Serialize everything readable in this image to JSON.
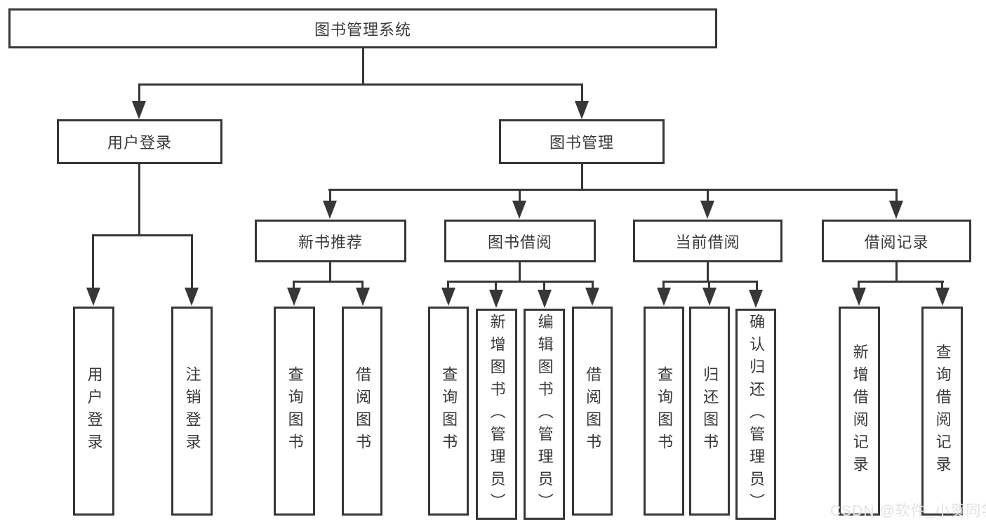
{
  "tree": {
    "root": {
      "label": "图书管理系统",
      "children": [
        {
          "label": "用户登录",
          "children": [
            {
              "label": "用户登录"
            },
            {
              "label": "注销登录"
            }
          ]
        },
        {
          "label": "图书管理",
          "children": [
            {
              "label": "新书推荐",
              "children": [
                {
                  "label": "查询图书"
                },
                {
                  "label": "借阅图书"
                }
              ]
            },
            {
              "label": "图书借阅",
              "children": [
                {
                  "label": "查询图书"
                },
                {
                  "label": "新增图书（管理员）"
                },
                {
                  "label": "编辑图书（管理员）"
                },
                {
                  "label": "借阅图书"
                }
              ]
            },
            {
              "label": "当前借阅",
              "children": [
                {
                  "label": "查询图书"
                },
                {
                  "label": "归还图书"
                },
                {
                  "label": "确认归还（管理员）"
                }
              ]
            },
            {
              "label": "借阅记录",
              "children": [
                {
                  "label": "新增借阅记录"
                },
                {
                  "label": "查询借阅记录"
                }
              ]
            }
          ]
        }
      ]
    }
  },
  "watermark": "CSDN @软件_小贺同学",
  "colors": {
    "line": "#373737",
    "text": "#383838",
    "background": "#ffffff",
    "watermark": "#e0e0e0"
  }
}
